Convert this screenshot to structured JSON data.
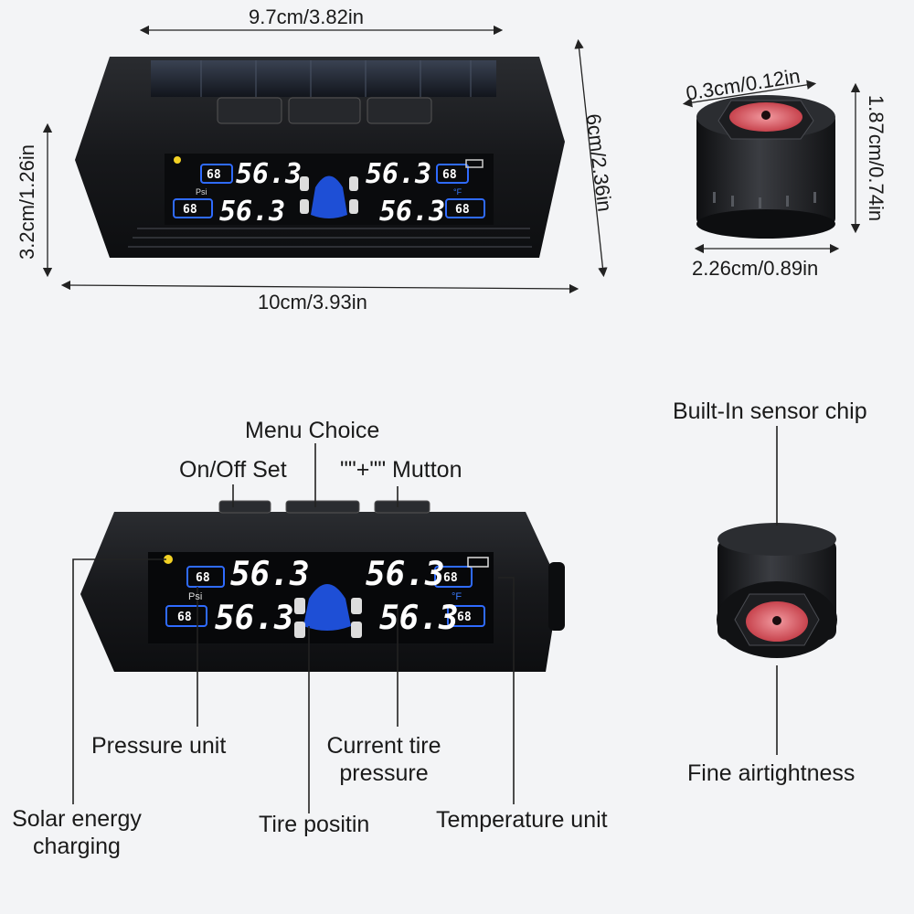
{
  "dimensions": {
    "top_width": "9.7cm/3.82in",
    "bottom_width": "10cm/3.93in",
    "left_height": "3.2cm/1.26in",
    "right_depth": "6cm/2.36in",
    "sensor_top": "0.3cm/0.12in",
    "sensor_height": "1.87cm/0.74in",
    "sensor_width": "2.26cm/0.89in"
  },
  "display": {
    "reading": "56.3",
    "temp_small": "68",
    "pressure_unit": "Psi",
    "temp_unit": "°F"
  },
  "callouts": {
    "menu_choice": "Menu Choice",
    "on_off_set": "On/Off Set",
    "plus_mutton": "\"\"+\"\" Mutton",
    "pressure_unit": "Pressure unit",
    "current_tire_pressure_1": "Current tire",
    "current_tire_pressure_2": "pressure",
    "solar_1": "Solar energy",
    "solar_2": "charging",
    "tire_position": "Tire positin",
    "temperature_unit": "Temperature unit",
    "builtin_chip": "Built-In sensor chip",
    "airtightness": "Fine airtightness"
  },
  "colors": {
    "background": "#f3f4f6",
    "device_body": "#1c1d20",
    "screen_blue": "#1e4fd6",
    "sensor_red": "#d9535c"
  },
  "icons": [
    "power-icon",
    "up-arrow-icon",
    "down-arrow-icon",
    "sun-icon",
    "battery-icon",
    "car-icon"
  ]
}
